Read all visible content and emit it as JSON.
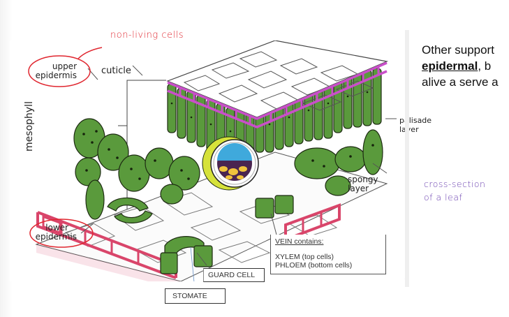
{
  "diagram": {
    "title": "Cross-section of a leaf diagram",
    "labels": {
      "upper_epidermis_line1": "upper",
      "upper_epidermis_line2": "epidermis",
      "cuticle": "cuticle",
      "mesophyll": "mesophyll",
      "palisade_line1": "palisade",
      "palisade_line2": "layer",
      "spongy_line1": "spongy",
      "spongy_line2": "layer",
      "lower_epidermis_line1": "lower",
      "lower_epidermis_line2": "epidermis"
    },
    "boxed_labels": {
      "guard_cell": "GUARD CELL",
      "stomate": "STOMATE"
    },
    "vein_box": {
      "title": "VEIN contains:",
      "line1": "XYLEM (top cells)",
      "line2": "PHLOEM (bottom cells)"
    },
    "colors": {
      "upper_epidermis": "#c94fc9",
      "lower_epidermis": "#d9456a",
      "mesophyll_green": "#5a9a3c",
      "xylem_blue": "#3fa9dc",
      "phloem_yellow": "#f1c33d",
      "bundle_sheath": "#d6e23a"
    }
  },
  "annotations": {
    "non_living_cells": "non-living cells",
    "cross_section_line1": "cross-section",
    "cross_section_line2": "of a leaf",
    "red_color": "#e0262f",
    "purple_color": "#6a3fb0"
  },
  "body_text": {
    "line1": "Other support",
    "line2_bold": "epidermal",
    "line2_rest": ", b",
    "line3": "alive a serve a"
  }
}
